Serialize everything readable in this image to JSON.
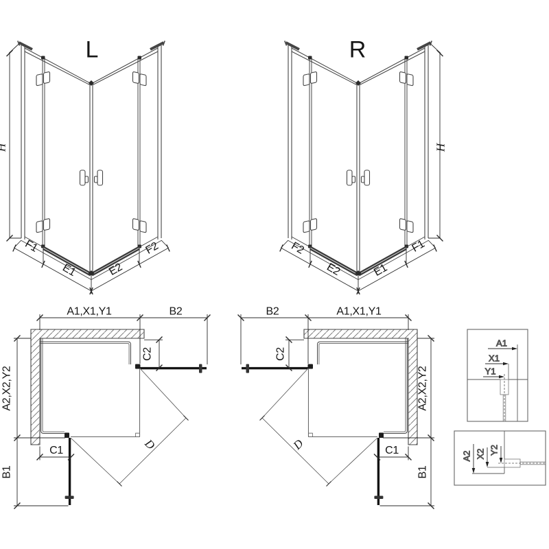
{
  "iso_left": {
    "title": "L",
    "height": "H",
    "seg_f1": "F1",
    "seg_e1": "E1",
    "seg_e2": "E2",
    "seg_f2": "F2"
  },
  "iso_right": {
    "title": "R",
    "height": "H",
    "seg_f2": "F2",
    "seg_e2": "E2",
    "seg_e1": "E1",
    "seg_f1": "F1"
  },
  "plan_left": {
    "dim_top": "A1,X1,Y1",
    "dim_b2": "B2",
    "dim_c2": "C2",
    "dim_side": "A2,X2,Y2",
    "dim_b1": "B1",
    "dim_c1": "C1",
    "dim_diag": "D"
  },
  "plan_right": {
    "dim_top": "A1,X1,Y1",
    "dim_b2": "B2",
    "dim_c2": "C2",
    "dim_side": "A2,X2,Y2",
    "dim_b1": "B1",
    "dim_c1": "C1",
    "dim_diag": "D"
  },
  "detail_top": {
    "dim_a": "A1",
    "dim_x": "X1",
    "dim_y": "Y1"
  },
  "detail_bottom": {
    "dim_a": "A2",
    "dim_x": "X2",
    "dim_y": "Y2"
  },
  "colors": {
    "line": "#454545",
    "dark": "#1d1d1d",
    "dim_line": "#2b2b2b",
    "hatch": "#6f6f6f"
  }
}
